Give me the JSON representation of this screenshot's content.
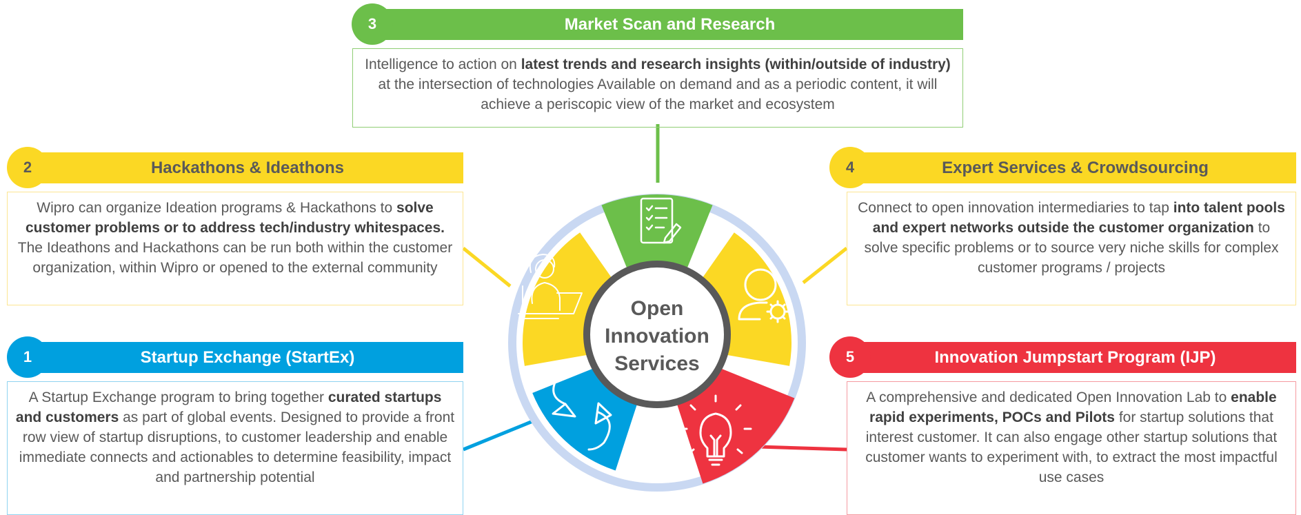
{
  "center": {
    "line1": "Open",
    "line2": "Innovation",
    "line3": "Services"
  },
  "colors": {
    "green": "#6cbf4a",
    "yellow": "#fbd824",
    "blue": "#00a0df",
    "red": "#ee3340",
    "ring": "#c9d8f2",
    "hub": "#595959"
  },
  "sections": [
    {
      "number": "1",
      "title": "Startup Exchange (StartEx)",
      "icon": "refresh-cycle-icon",
      "segments": [
        {
          "t": "A Startup Exchange program to bring together ",
          "b": false
        },
        {
          "t": "curated startups and customers",
          "b": true
        },
        {
          "t": " as part of global events. Designed to provide a front row view of startup disruptions, to customer leadership and enable immediate connects and actionables to determine feasibility, impact and partnership potential",
          "b": false
        }
      ]
    },
    {
      "number": "2",
      "title": "Hackathons & Ideathons",
      "icon": "person-laptop-icon",
      "segments": [
        {
          "t": "Wipro can organize Ideation programs & Hackathons to ",
          "b": false
        },
        {
          "t": "solve customer problems or to address tech/industry whitespaces.",
          "b": true
        },
        {
          "t": " The Ideathons and Hackathons can be run both within the customer organization, within Wipro or opened to the external community",
          "b": false
        }
      ]
    },
    {
      "number": "3",
      "title": "Market Scan and Research",
      "icon": "checklist-icon",
      "segments": [
        {
          "t": "Intelligence to action on ",
          "b": false
        },
        {
          "t": "latest trends and research insights (within/outside of industry)",
          "b": true
        },
        {
          "t": " at the intersection of technologies Available on demand and as a periodic content, it will achieve a periscopic view of the market and ecosystem",
          "b": false
        }
      ]
    },
    {
      "number": "4",
      "title": "Expert Services & Crowdsourcing",
      "icon": "user-gear-icon",
      "segments": [
        {
          "t": "Connect to open innovation intermediaries to tap ",
          "b": false
        },
        {
          "t": "into talent pools and expert networks outside the customer organization",
          "b": true
        },
        {
          "t": " to solve specific problems or to source very niche skills for complex customer programs / projects",
          "b": false
        }
      ]
    },
    {
      "number": "5",
      "title": "Innovation Jumpstart Program (IJP)",
      "icon": "lightbulb-icon",
      "segments": [
        {
          "t": "A comprehensive and dedicated Open Innovation Lab to ",
          "b": false
        },
        {
          "t": "enable rapid experiments, POCs and Pilots",
          "b": true
        },
        {
          "t": " for startup solutions that interest customer. It can also engage other startup solutions that customer wants to experiment with, to extract the most impactful use cases",
          "b": false
        }
      ]
    }
  ]
}
